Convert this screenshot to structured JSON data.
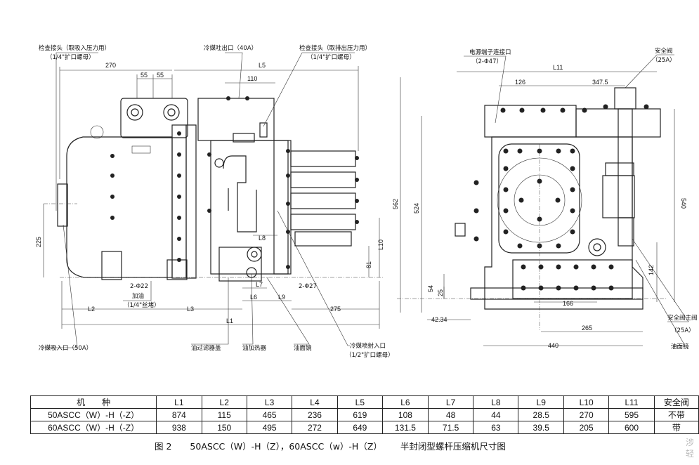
{
  "drawing": {
    "left_view": {
      "labels": {
        "check_suction": "检查接头（取吸入压力用）",
        "check_suction_spec": "（1/4\"扩口螺母）",
        "refrigerant_out": "冷媒吐出口（40A）",
        "check_discharge": "检查接头（取排出压力用）",
        "check_discharge_spec": "（1/4\"扩口螺母）",
        "refrigerant_in": "冷媒吸入口（50A）",
        "oil_filter": "油过滤器盖",
        "oil_heater": "油加热器",
        "oil_sight": "油面镜",
        "liquid_inlet": "冷媒喷射入口",
        "liquid_inlet_spec": "（1/2\"扩口螺母）",
        "oil_charge": "加油",
        "oil_charge_spec": "（1/4\"丝堵）",
        "hole_left": "2-Φ22",
        "hole_right": "2-Φ27"
      },
      "dims": {
        "d270": "270",
        "d55a": "55",
        "d55b": "55",
        "L5": "L5",
        "d110": "110",
        "d225": "225",
        "L8": "L8",
        "L10": "L10",
        "d81": "81",
        "L7": "L7",
        "L2": "L2",
        "L3": "L3",
        "L6": "L6",
        "L9": "L9",
        "d275": "275",
        "L1": "L1"
      }
    },
    "right_view": {
      "labels": {
        "terminal": "电源端子连接口",
        "terminal_spec": "（2-Φ47）",
        "safety_valve": "安全阀",
        "safety_valve_spec": "（25A）",
        "safety_main": "安全阀主阀",
        "safety_main_spec": "（25A）",
        "oil_sight": "油面镜"
      },
      "dims": {
        "L11": "L11",
        "d126": "126",
        "d347": "347.5",
        "d562": "562",
        "d524": "524",
        "d540": "540",
        "d142": "142",
        "d54": "54",
        "d25": "25",
        "d166": "166",
        "d4234": "42.34",
        "d265": "265",
        "d440": "440"
      }
    }
  },
  "table": {
    "header": [
      "机　　种",
      "L1",
      "L2",
      "L3",
      "L4",
      "L5",
      "L6",
      "L7",
      "L8",
      "L9",
      "L10",
      "L11",
      "安全阀"
    ],
    "rows": [
      [
        "50ASCC（W）-H（-Z）",
        "874",
        "115",
        "465",
        "236",
        "619",
        "108",
        "48",
        "44",
        "28.5",
        "270",
        "595",
        "不带"
      ],
      [
        "60ASCC（W）-H（-Z）",
        "938",
        "150",
        "495",
        "272",
        "649",
        "131.5",
        "71.5",
        "63",
        "39.5",
        "205",
        "600",
        "带"
      ]
    ]
  },
  "caption": {
    "fig": "图 2",
    "models": "50ASCC（W）-H（Z），60ASCC（w）-H（Z）",
    "title": "半封闭型螺杆压缩机尺寸图"
  },
  "watermark": "涉 轻"
}
